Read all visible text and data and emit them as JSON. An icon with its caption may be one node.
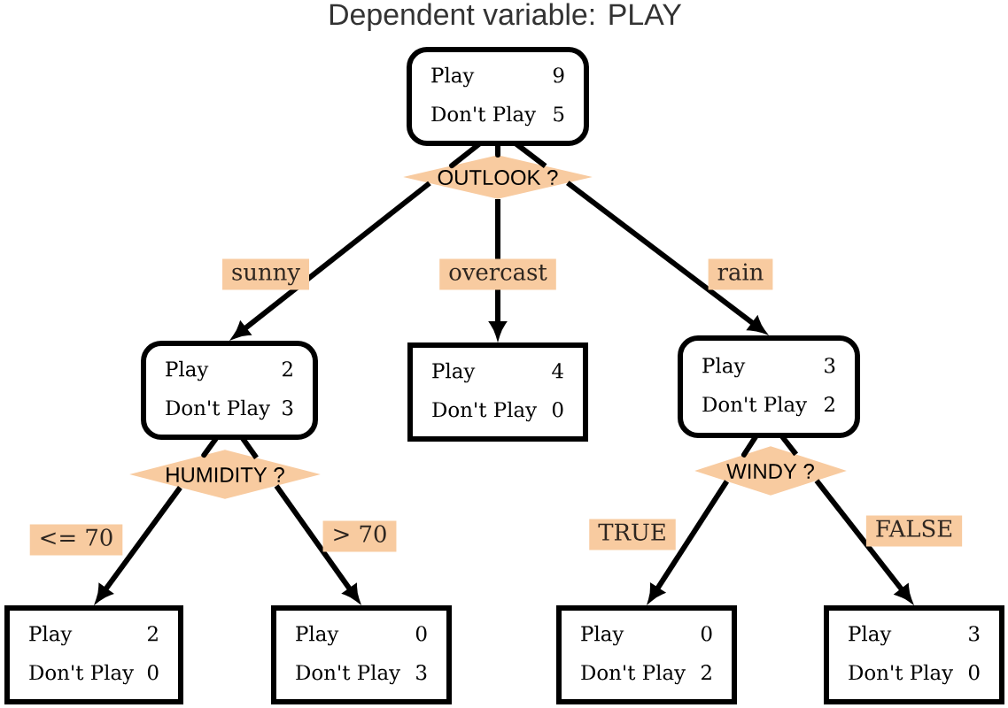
{
  "diagram": {
    "title": "Dependent variable: PLAY",
    "nodes": [
      {
        "text": [
          "Play",
          "9",
          "Don't Play",
          "5"
        ]
      },
      {
        "text": [
          "OUTLOOK ?"
        ]
      },
      {
        "text": [
          "Play",
          "2",
          "Don't Play",
          "3"
        ]
      },
      {
        "text": [
          "Play",
          "4",
          "Don't Play",
          "0"
        ]
      },
      {
        "text": [
          "Play",
          "3",
          "Don't Play",
          "2"
        ]
      },
      {
        "text": [
          "HUMIDITY ?"
        ]
      },
      {
        "text": [
          "WINDY ?"
        ]
      },
      {
        "text": [
          "Play",
          "2",
          "Don't Play",
          "0"
        ]
      },
      {
        "text": [
          "Play",
          "0",
          "Don't Play",
          "3"
        ]
      },
      {
        "text": [
          "Play",
          "0",
          "Don't Play",
          "2"
        ]
      },
      {
        "text": [
          "Play",
          "3",
          "Don't Play",
          "0"
        ]
      }
    ],
    "edges": [
      {
        "from": 0,
        "to": 1,
        "arrow": "none"
      },
      {
        "from": 1,
        "to": 2,
        "arrow": "to",
        "label": "sunny"
      },
      {
        "from": 1,
        "to": 3,
        "arrow": "to",
        "label": "overcast"
      },
      {
        "from": 1,
        "to": 4,
        "arrow": "to",
        "label": "rain"
      },
      {
        "from": 2,
        "to": 5,
        "arrow": "none"
      },
      {
        "from": 4,
        "to": 6,
        "arrow": "none"
      },
      {
        "from": 5,
        "to": 7,
        "arrow": "to",
        "label": "<= 70"
      },
      {
        "from": 5,
        "to": 8,
        "arrow": "to",
        "label": "> 70"
      },
      {
        "from": 6,
        "to": 9,
        "arrow": "to",
        "label": "TRUE"
      },
      {
        "from": 6,
        "to": 10,
        "arrow": "to",
        "label": "FALSE"
      }
    ]
  }
}
